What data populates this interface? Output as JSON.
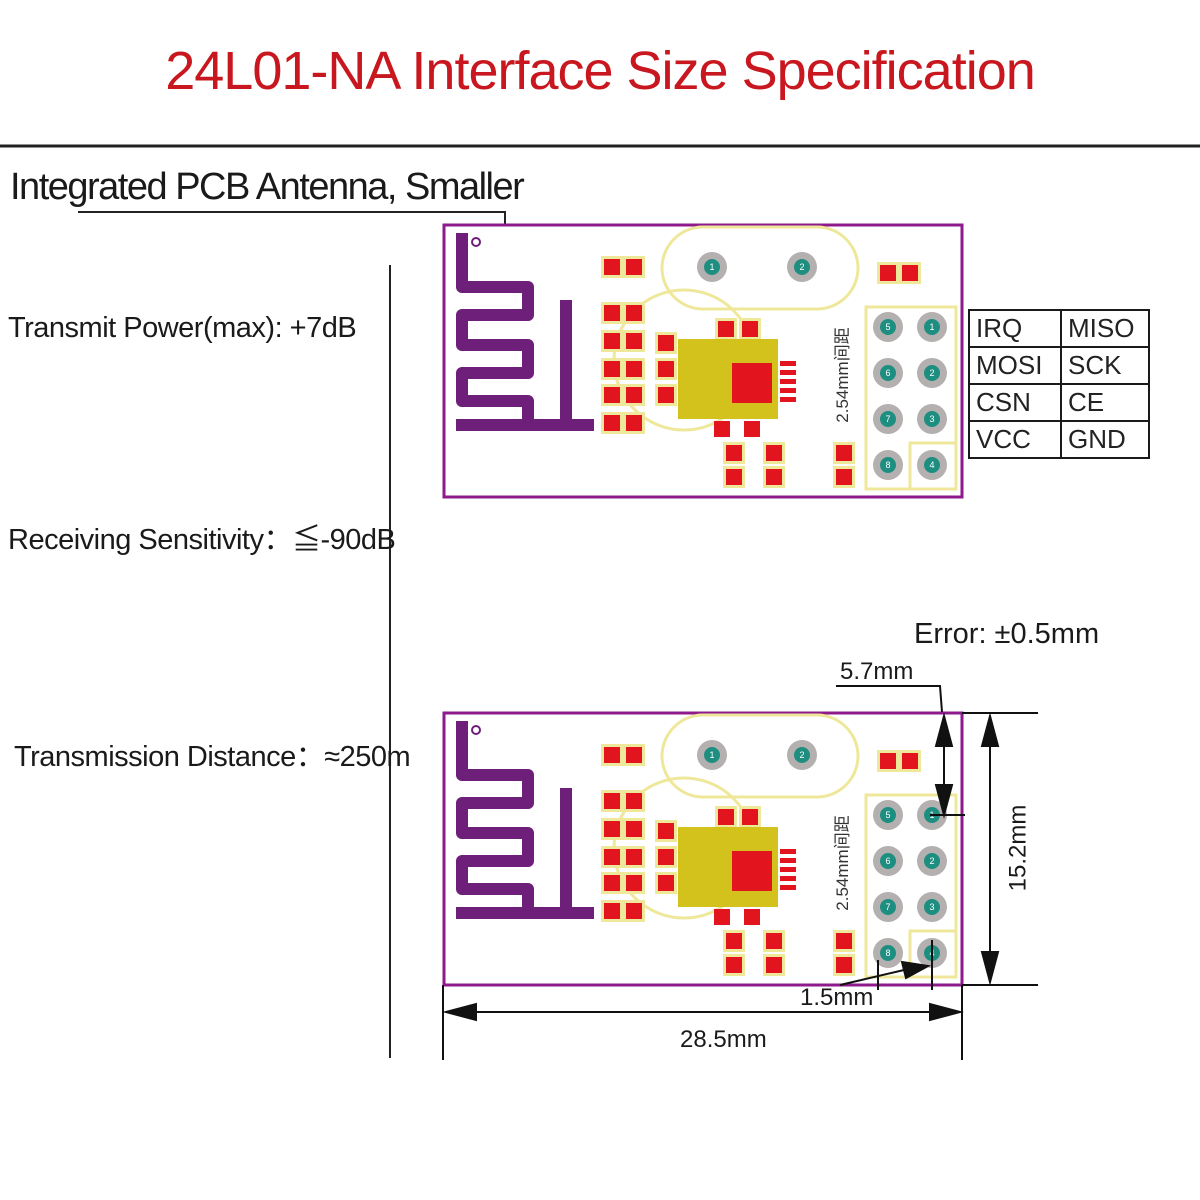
{
  "title": "24L01-NA Interface Size Specification",
  "antenna_label": "Integrated PCB Antenna, Smaller",
  "specs": {
    "transmit_power": "Transmit Power(max): +7dB",
    "receiving_sensitivity": "Receiving Sensitivity：≦-90dB",
    "transmission_distance": "Transmission Distance：≈250m"
  },
  "pin_table": {
    "rows": [
      [
        "IRQ",
        "MISO"
      ],
      [
        "MOSI",
        "SCK"
      ],
      [
        "CSN",
        "CE"
      ],
      [
        "VCC",
        "GND"
      ]
    ]
  },
  "pcb": {
    "pitch_label": "2.54mm间距",
    "crystal_pins": [
      "1",
      "2"
    ],
    "header_pins": [
      [
        "5",
        "1"
      ],
      [
        "6",
        "2"
      ],
      [
        "7",
        "3"
      ],
      [
        "8",
        "4"
      ]
    ]
  },
  "dimensions": {
    "error": "Error: ±0.5mm",
    "top_offset": "5.7mm",
    "height": "15.2mm",
    "pin_offset": "1.5mm",
    "width": "28.5mm"
  },
  "colors": {
    "title": "#c8171e",
    "board_outline": "#8e1a8e",
    "antenna_trace": "#6e1f7a",
    "pad": "#e2151e",
    "silkscreen": "#efe79a",
    "pin_ring": "#b5b0b0",
    "pin_core": "#1e8e80"
  }
}
